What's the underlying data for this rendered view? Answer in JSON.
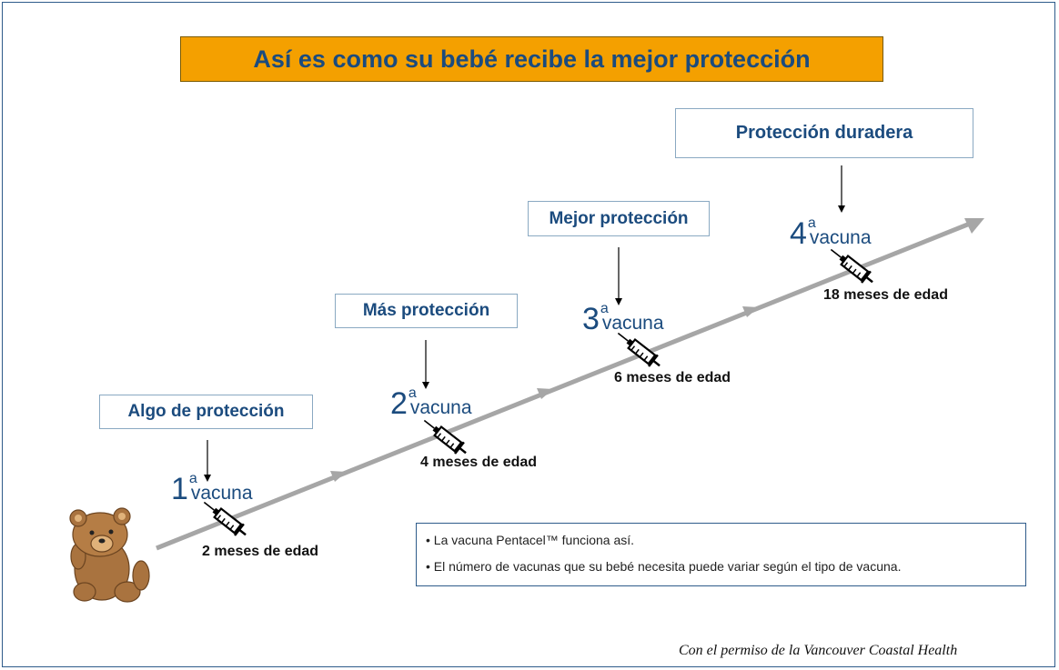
{
  "title": "Así es como su bebé recibe la mejor protección",
  "stages": [
    {
      "label": "Algo de protección",
      "dose_number": "1",
      "dose_sup": "a",
      "dose_word": "vacuna",
      "age": "2 meses de edad"
    },
    {
      "label": "Más protección",
      "dose_number": "2",
      "dose_sup": "a",
      "dose_word": "vacuna",
      "age": "4 meses de edad"
    },
    {
      "label": "Mejor protección",
      "dose_number": "3",
      "dose_sup": "a",
      "dose_word": "vacuna",
      "age": "6 meses de edad"
    },
    {
      "label": "Protección duradera",
      "dose_number": "4",
      "dose_sup": "a",
      "dose_word": "vacuna",
      "age": "18 meses de edad"
    }
  ],
  "notes": [
    "• La vacuna Pentacel™ funciona así.",
    "• El número de vacunas que su bebé necesita puede variar según el tipo de vacuna."
  ],
  "credit": "Con el permiso de la Vancouver Coastal Health",
  "icons": [
    "teddy-bear-icon",
    "syringe-icon",
    "arrow-down-icon",
    "timeline-arrow-icon"
  ],
  "colors": {
    "title_bg": "#f4a000",
    "text_blue": "#1b4b7e",
    "border_blue": "#2e5b8a",
    "timeline_gray": "#a6a6a6",
    "bear_brown": "#a9733f"
  }
}
